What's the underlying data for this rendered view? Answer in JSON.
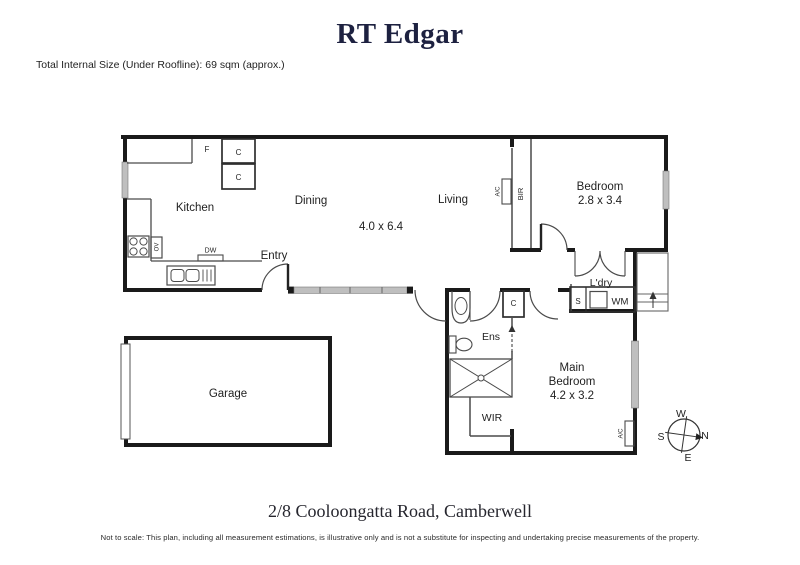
{
  "header": {
    "brand": "RT Edgar",
    "size_note": "Total Internal Size (Under Roofline): 69 sqm (approx.)"
  },
  "plan": {
    "rooms": {
      "kitchen": "Kitchen",
      "dining": "Dining",
      "living": "Living",
      "entry": "Entry",
      "garage": "Garage",
      "laundry": "L'dry",
      "ensuite": "Ens",
      "wir": "WIR",
      "bedroom": {
        "name": "Bedroom",
        "dims": "2.8 x 3.4"
      },
      "main_bedroom": {
        "l1": "Main",
        "l2": "Bedroom",
        "dims": "4.2 x 3.2"
      }
    },
    "living_dims": "4.0 x 6.4",
    "fixtures": {
      "fridge": "F",
      "cupboard": "C",
      "oven": "OV",
      "dishwasher": "DW",
      "trough": "S",
      "washing_machine": "WM",
      "aircon": "A/C",
      "built_in_robe": "BIR"
    },
    "compass": {
      "north": "N",
      "south": "S",
      "east": "E",
      "west": "W"
    }
  },
  "footer": {
    "address": "2/8 Cooloongatta Road, Camberwell",
    "disclaimer": "Not to scale: This plan, including all measurement estimations, is illustrative only and is not a substitute for inspecting and undertaking precise measurements of the property."
  },
  "colors": {
    "brand_navy": "#1d2140",
    "wall_black": "#1a1a1a",
    "window_gray": "#bfbfbf",
    "fixture_line": "#4a4a4a",
    "text_dark": "#1f1f1f"
  }
}
